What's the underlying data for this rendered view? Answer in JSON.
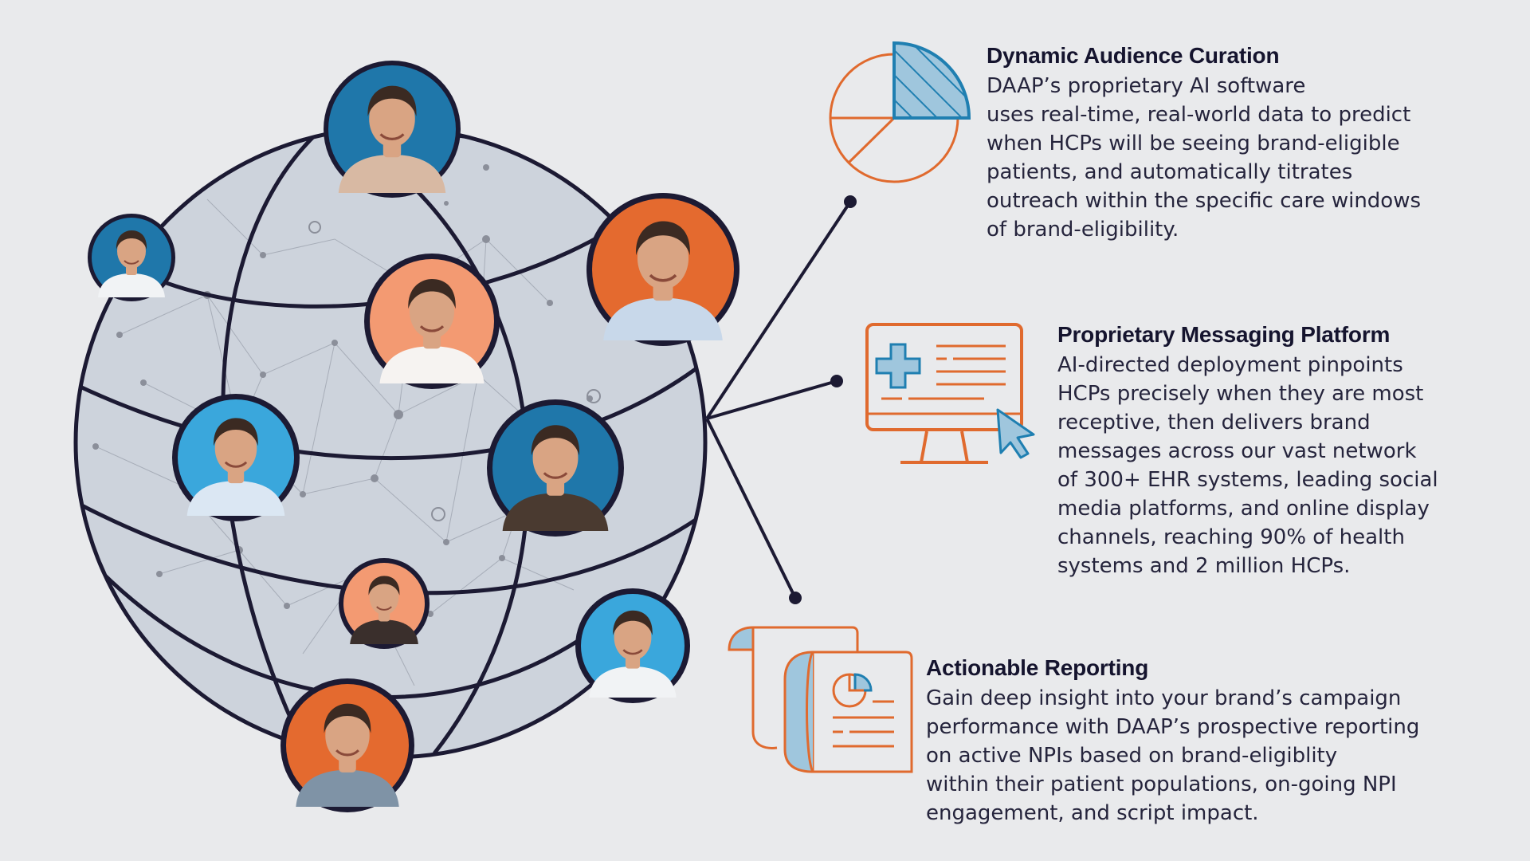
{
  "colors": {
    "background": "#e9eaec",
    "globe_fill": "#cdd3dc",
    "globe_stroke": "#1c1a33",
    "node_dot": "#8b8f9a",
    "accent_orange": "#e06a2e",
    "accent_blue": "#1f7fb1",
    "light_blue": "#9fc6dd",
    "avatar_orange": "#e46a2f",
    "avatar_salmon": "#f39a72",
    "avatar_sky": "#3aa7dc",
    "avatar_deep_blue": "#1f77aa"
  },
  "icons": {
    "audience": "pie-chart-icon",
    "messaging": "monitor-medical-icon",
    "reporting": "report-scroll-icon"
  },
  "sections": {
    "audience": {
      "title": "Dynamic Audience Curation",
      "body": "DAAP’s proprietary AI software\nuses real-time, real-world data to predict\nwhen HCPs will be seeing brand-eligible\npatients, and automatically titrates\noutreach within the specific care windows\nof brand-eligibility."
    },
    "messaging": {
      "title": "Proprietary Messaging Platform",
      "body": "AI-directed deployment pinpoints\nHCPs precisely when they are most\nreceptive, then delivers brand\nmessages across our vast network\nof 300+ EHR systems, leading social\nmedia platforms, and online display\nchannels, reaching 90% of health\nsystems and 2 million HCPs."
    },
    "reporting": {
      "title": "Actionable Reporting",
      "body": "Gain deep insight into your brand’s campaign\nperformance with DAAP’s prospective reporting\non active NPIs based on brand-eligiblity\nwithin their patient populations, on-going NPI\nengagement, and script impact."
    }
  }
}
